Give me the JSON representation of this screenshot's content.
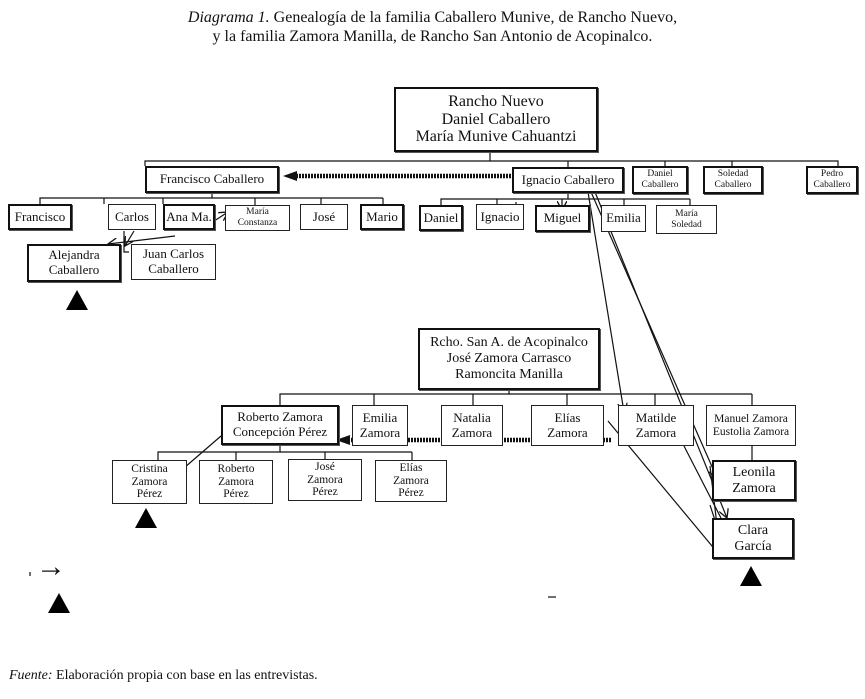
{
  "caption": {
    "label": "Diagrama 1.",
    "line1": "Genealogía de la familia Caballero Munive, de Rancho Nuevo,",
    "line2": "y la familia Zamora Manilla, de Rancho San Antonio de Acopinalco."
  },
  "family_caballero": {
    "root": [
      "Rancho Nuevo",
      "Daniel Caballero",
      "María Munive Cahuantzi"
    ],
    "children": {
      "francisco": "Francisco Caballero",
      "ignacio": "Ignacio Caballero",
      "daniel": [
        "Daniel",
        "Caballero"
      ],
      "soledad": [
        "Soledad",
        "Caballero"
      ],
      "pedro": [
        "Pedro",
        "Caballero"
      ]
    },
    "francisco_children": [
      "Francisco",
      "Carlos",
      "Ana Ma.",
      [
        "María",
        "Constanza"
      ],
      "José",
      "Mario"
    ],
    "ignacio_children": [
      "Daniel",
      "Ignacio",
      "Miguel",
      "Emilia",
      [
        "María",
        "Soledad"
      ]
    ],
    "grandchildren": {
      "alejandra": [
        "Alejandra",
        "Caballero"
      ],
      "juan_carlos": [
        "Juan Carlos",
        "Caballero"
      ]
    }
  },
  "family_zamora": {
    "root": [
      "Rcho. San A. de Acopinalco",
      "José Zamora Carrasco",
      "Ramoncita Manilla"
    ],
    "children": {
      "roberto": [
        "Roberto Zamora",
        "Concepción Pérez"
      ],
      "emilia": [
        "Emilia",
        "Zamora"
      ],
      "natalia": [
        "Natalia",
        "Zamora"
      ],
      "elias": [
        "Elías",
        "Zamora"
      ],
      "matilde": [
        "Matilde",
        "Zamora"
      ],
      "manuel": [
        "Manuel Zamora",
        "Eustolia Zamora"
      ]
    },
    "roberto_children": [
      [
        "Cristina",
        "Zamora",
        "Pérez"
      ],
      [
        "Roberto",
        "Zamora",
        "Pérez"
      ],
      [
        "José",
        "Zamora",
        "Pérez"
      ],
      [
        "Elías",
        "Zamora",
        "Pérez"
      ]
    ],
    "leonila": [
      "Leonila",
      "Zamora"
    ],
    "clara": [
      "Clara",
      "García"
    ]
  },
  "legend": {
    "arrow_symbol": "→"
  },
  "source": {
    "label": "Fuente:",
    "text": "Elaboración propia con base en las entrevistas."
  }
}
